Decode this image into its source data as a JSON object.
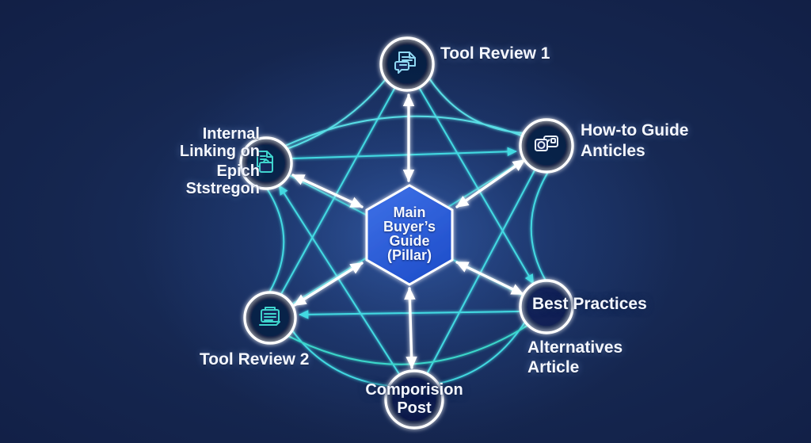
{
  "diagram": {
    "hexagon": {
      "lines": [
        "Main",
        "Buyer’s",
        "Guide",
        "(Pillar)"
      ]
    },
    "nodes": {
      "tool_review_1": {
        "label": "Tool Review 1",
        "icon": "chat-document-icon"
      },
      "how_to": {
        "lines": [
          "How-to Guide",
          "Anticles"
        ],
        "icon": "camera-icon"
      },
      "internal_linking": {
        "lines_top": [
          "Internal",
          "Linking on"
        ],
        "lines_bottom": [
          "Epich",
          "Ststregon"
        ],
        "icon": "document-briefcase-icon"
      },
      "tool_review_2": {
        "label": "Tool Review 2",
        "icon": "printer-icon"
      },
      "comparison": {
        "lines": [
          "Comporision",
          "Post"
        ]
      },
      "best_practices": {
        "label": "Best Practices",
        "sub_lines": [
          "Alternatives",
          "Article"
        ]
      }
    },
    "colors": {
      "background": "#13224a",
      "center_glow": "#2b54a8",
      "hexagon_fill": "#2e63dd",
      "spoke_white": "#ffffff",
      "mesh_cyan": "#45e2e8",
      "icon_teal": "#3fd4cd",
      "icon_light_blue": "#8fd8f2",
      "icon_white": "#e8eef8"
    }
  }
}
